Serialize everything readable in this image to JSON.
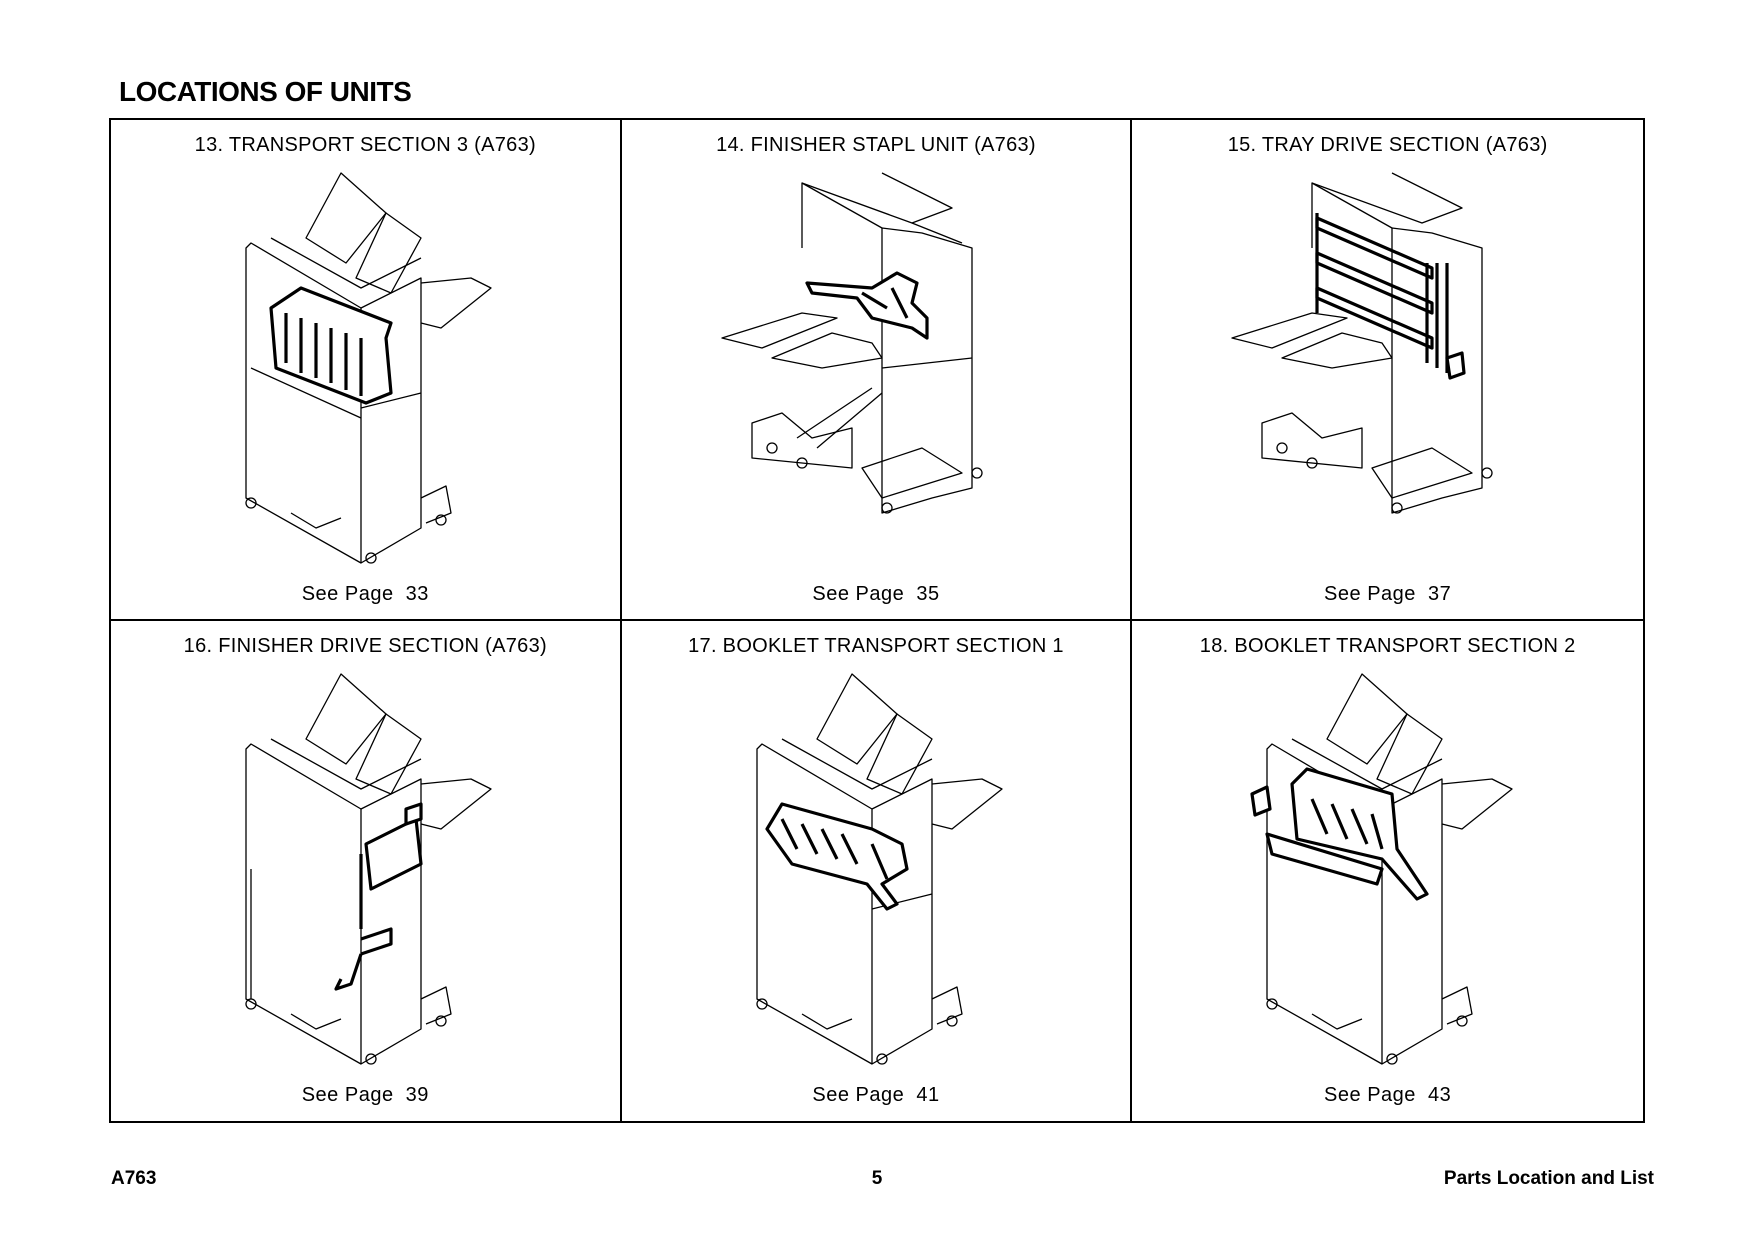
{
  "page": {
    "title": "LOCATIONS OF UNITS"
  },
  "units": [
    {
      "title": "13. TRANSPORT SECTION 3 (A763)",
      "ref": "See Page  33",
      "illustration": "transport-section-3-illustration"
    },
    {
      "title": "14. FINISHER STAPL UNIT (A763)",
      "ref": "See Page  35",
      "illustration": "finisher-staple-unit-illustration"
    },
    {
      "title": "15. TRAY DRIVE SECTION (A763)",
      "ref": "See Page  37",
      "illustration": "tray-drive-section-illustration"
    },
    {
      "title": "16. FINISHER DRIVE SECTION (A763)",
      "ref": "See Page  39",
      "illustration": "finisher-drive-section-illustration"
    },
    {
      "title": "17. BOOKLET TRANSPORT SECTION 1",
      "ref": "See Page  41",
      "illustration": "booklet-transport-section-1-illustration"
    },
    {
      "title": "18. BOOKLET TRANSPORT SECTION 2",
      "ref": "See Page  43",
      "illustration": "booklet-transport-section-2-illustration"
    }
  ],
  "footer": {
    "model": "A763",
    "page_number": "5",
    "section": "Parts Location and List"
  }
}
